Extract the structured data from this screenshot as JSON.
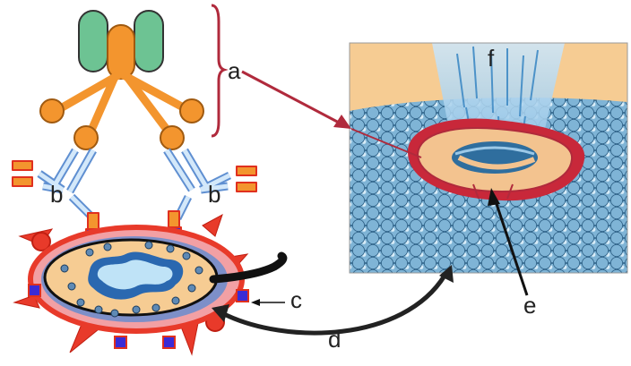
{
  "labels": {
    "a": "a",
    "b_left": "b",
    "b_right": "b",
    "c": "c",
    "d": "d",
    "e": "e",
    "f": "f"
  },
  "colors": {
    "green": "#6dc393",
    "orange": "#f3952e",
    "orange_dark": "#a05a10",
    "antibody_blue": "#9ec8ee",
    "sand": "#f6cc93",
    "membrane_red": "#e83a2a",
    "cell_blue": "#3f72b5",
    "crimson": "#b02a3c",
    "antigen_purple": "#3a2bd6",
    "water": "#5b9bc4"
  }
}
